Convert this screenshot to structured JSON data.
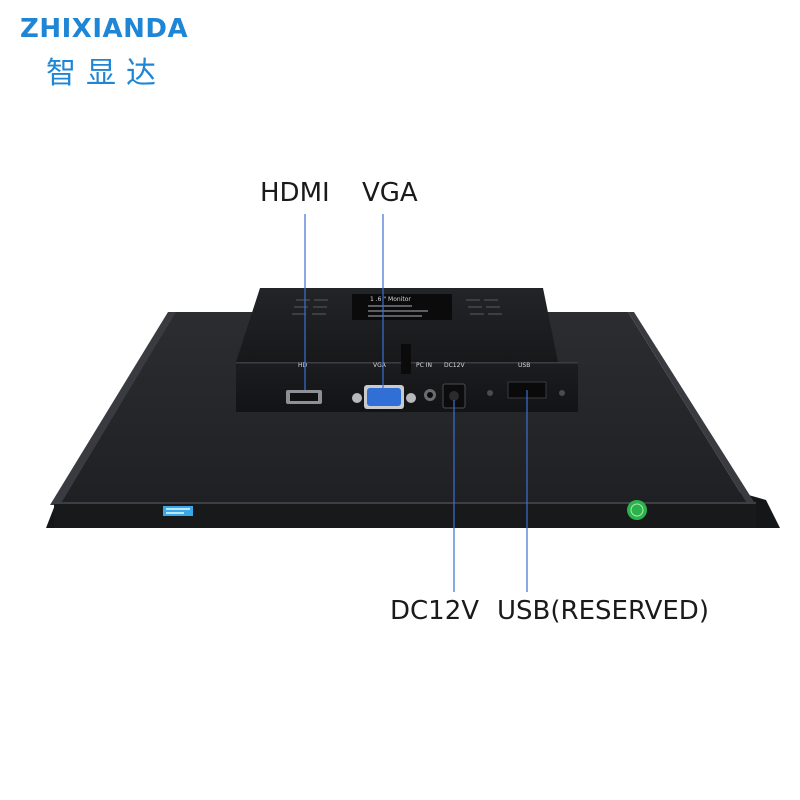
{
  "brand": {
    "name_en": "ZHIXIANDA",
    "name_cn": "智显达",
    "color": "#1f86d6"
  },
  "callouts": {
    "hdmi": "HDMI",
    "vga": "VGA",
    "dc12v": "DC12V",
    "usb": "USB(RESERVED)"
  },
  "device": {
    "label_title": "1 .6 \" Monitor",
    "ports": {
      "hd": "HD",
      "vga": "VGA",
      "pcin": "PC IN",
      "dc12v": "DC12V",
      "usb": "USB"
    }
  },
  "colors": {
    "leader_line": "#3b6fd4",
    "vga_port": "#2f6fd6",
    "badge_green": "#2bb24c",
    "sticker_blue": "#3aa7e6"
  }
}
